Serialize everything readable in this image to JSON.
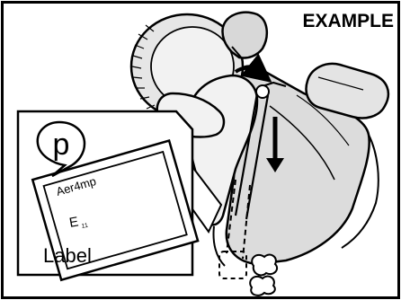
{
  "badge": "EXAMPLE",
  "callout_letter": "p",
  "label_lines": [
    "Aer4mp",
    "E",
    "11"
  ],
  "label_caption": "Label"
}
